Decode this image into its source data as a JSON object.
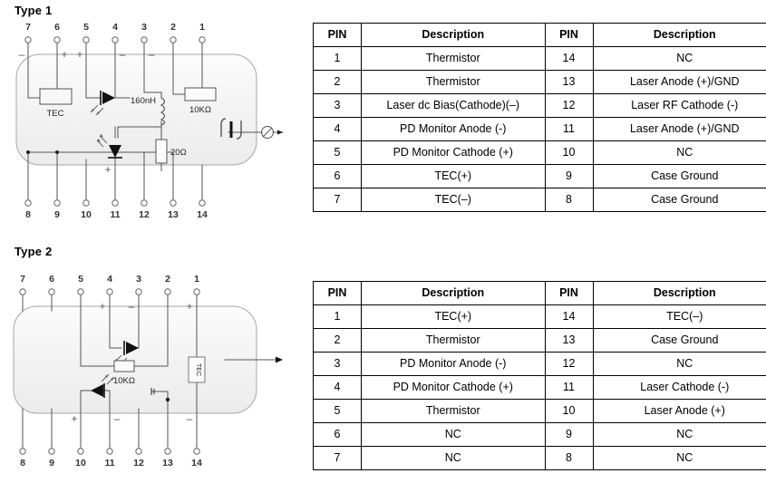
{
  "sections": [
    {
      "title": "Type 1",
      "diagram": {
        "top_pins": [
          {
            "num": "7",
            "sign": "–"
          },
          {
            "num": "6",
            "sign": "+"
          },
          {
            "num": "5",
            "sign": "+"
          },
          {
            "num": "4",
            "sign": "–"
          },
          {
            "num": "3",
            "sign": "–"
          },
          {
            "num": "2",
            "sign": ""
          },
          {
            "num": "1",
            "sign": ""
          }
        ],
        "bottom_pins": [
          {
            "num": "8",
            "sign": ""
          },
          {
            "num": "9",
            "sign": ""
          },
          {
            "num": "10",
            "sign": ""
          },
          {
            "num": "11",
            "sign": "+"
          },
          {
            "num": "12",
            "sign": ""
          },
          {
            "num": "13",
            "sign": ""
          },
          {
            "num": "14",
            "sign": ""
          }
        ],
        "components": [
          {
            "name": "tec-element",
            "label": "TEC"
          },
          {
            "name": "inductor",
            "label": "160nH"
          },
          {
            "name": "thermistor",
            "label": "10KΩ"
          },
          {
            "name": "resistor-20ohm",
            "label": "20Ω"
          }
        ]
      }
    },
    {
      "title": "Type 2",
      "diagram": {
        "top_pins": [
          {
            "num": "7",
            "sign": ""
          },
          {
            "num": "6",
            "sign": ""
          },
          {
            "num": "5",
            "sign": ""
          },
          {
            "num": "4",
            "sign": "+"
          },
          {
            "num": "3",
            "sign": "–"
          },
          {
            "num": "2",
            "sign": ""
          },
          {
            "num": "1",
            "sign": "+"
          }
        ],
        "bottom_pins": [
          {
            "num": "8",
            "sign": ""
          },
          {
            "num": "9",
            "sign": ""
          },
          {
            "num": "10",
            "sign": "+"
          },
          {
            "num": "11",
            "sign": "–"
          },
          {
            "num": "12",
            "sign": ""
          },
          {
            "num": "13",
            "sign": ""
          },
          {
            "num": "14",
            "sign": "–"
          }
        ],
        "components": [
          {
            "name": "thermistor",
            "label": "10KΩ"
          },
          {
            "name": "tec-element",
            "label": "TEC"
          }
        ]
      }
    }
  ],
  "tables": [
    {
      "id": "type1",
      "headers": [
        "PIN",
        "Description",
        "PIN",
        "Description"
      ],
      "rows": [
        [
          "1",
          "Thermistor",
          "14",
          "NC"
        ],
        [
          "2",
          "Thermistor",
          "13",
          "Laser Anode (+)/GND"
        ],
        [
          "3",
          "Laser dc Bias(Cathode)(–)",
          "12",
          "Laser RF Cathode (-)"
        ],
        [
          "4",
          "PD Monitor Anode (-)",
          "11",
          "Laser Anode (+)/GND"
        ],
        [
          "5",
          "PD Monitor Cathode (+)",
          "10",
          "NC"
        ],
        [
          "6",
          "TEC(+)",
          "9",
          "Case Ground"
        ],
        [
          "7",
          "TEC(–)",
          "8",
          "Case Ground"
        ]
      ]
    },
    {
      "id": "type2",
      "headers": [
        "PIN",
        "Description",
        "PIN",
        "Description"
      ],
      "rows": [
        [
          "1",
          "TEC(+)",
          "14",
          "TEC(–)"
        ],
        [
          "2",
          "Thermistor",
          "13",
          "Case Ground"
        ],
        [
          "3",
          "PD Monitor Anode (-)",
          "12",
          "NC"
        ],
        [
          "4",
          "PD Monitor Cathode (+)",
          "11",
          "Laser Cathode (-)"
        ],
        [
          "5",
          "Thermistor",
          "10",
          "Laser Anode (+)"
        ],
        [
          "6",
          "NC",
          "9",
          "NC"
        ],
        [
          "7",
          "NC",
          "8",
          "NC"
        ]
      ]
    }
  ],
  "colors": {
    "line": "#555555",
    "text": "#000000",
    "package_fill": "#f2f2f2",
    "package_stroke": "#9a9a9a"
  }
}
